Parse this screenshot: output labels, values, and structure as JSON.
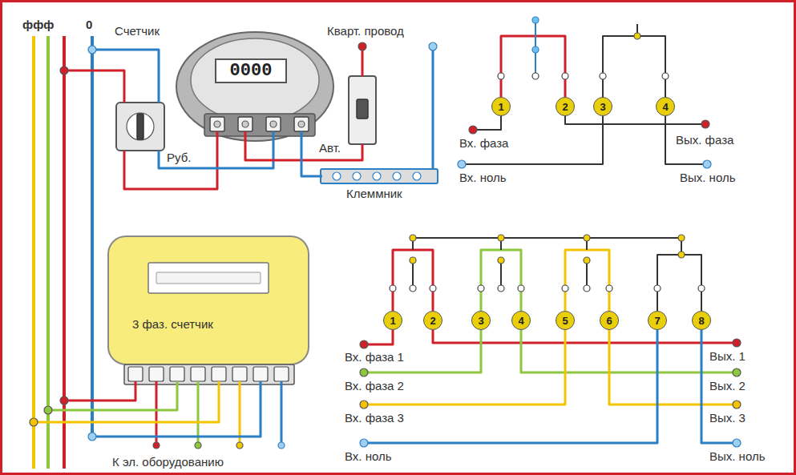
{
  "diagram": {
    "nodes": [
      {
        "text": [
          "0000"
        ]
      },
      {
        "text": [
          "1"
        ]
      },
      {
        "text": [
          "2"
        ]
      },
      {
        "text": [
          "3"
        ]
      },
      {
        "text": [
          "4"
        ]
      },
      {
        "text": [
          "3 фаз. счетчик"
        ]
      },
      {
        "text": [
          "1"
        ]
      },
      {
        "text": [
          "2"
        ]
      },
      {
        "text": [
          "3"
        ]
      },
      {
        "text": [
          "4"
        ]
      },
      {
        "text": [
          "5"
        ]
      },
      {
        "text": [
          "6"
        ]
      },
      {
        "text": [
          "7"
        ]
      },
      {
        "text": [
          "8"
        ]
      }
    ],
    "edges": [
      {
        "from": 1,
        "to": 2,
        "arrow": "none"
      },
      {
        "from": 3,
        "to": 4,
        "arrow": "none"
      },
      {
        "from": 6,
        "to": 7,
        "arrow": "none"
      },
      {
        "from": 8,
        "to": 9,
        "arrow": "none"
      },
      {
        "from": 10,
        "to": 11,
        "arrow": "none"
      },
      {
        "from": 12,
        "to": 13,
        "arrow": "none"
      }
    ],
    "labels": [
      "ффф",
      "0",
      "Счетчик",
      "Кварт. провод",
      "Руб.",
      "Авт.",
      "Клеммник",
      "К эл. оборудованию",
      "Вх. фаза",
      "Вых. фаза",
      "Вх. ноль",
      "Вых. ноль",
      "Вх. фаза 1",
      "Вых. 1",
      "Вх. фаза 2",
      "Вых. 2",
      "Вх. фаза 3",
      "Вых. 3",
      "Вх. ноль",
      "Вых. ноль"
    ]
  }
}
